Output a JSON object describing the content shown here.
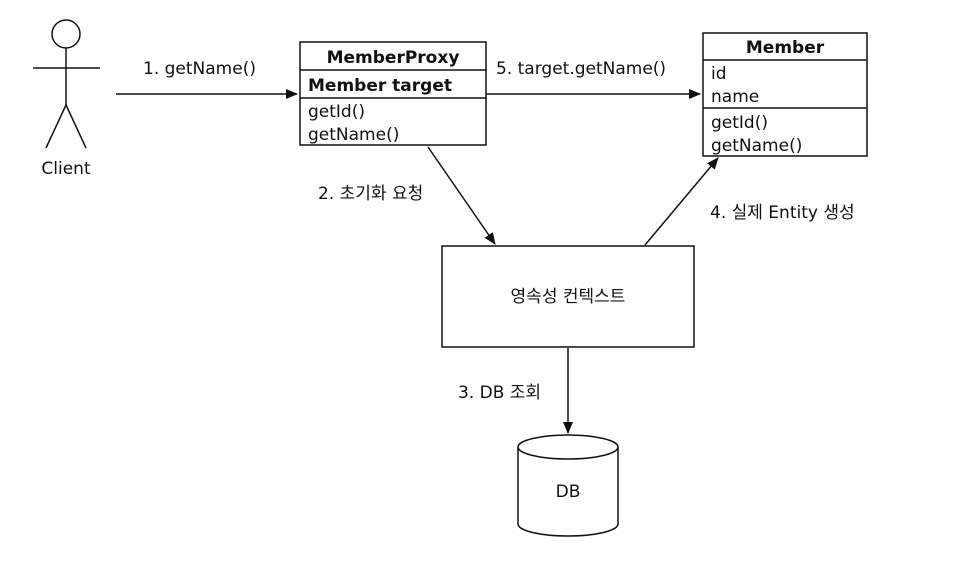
{
  "actor": {
    "name": "Client"
  },
  "proxy_class": {
    "title": "MemberProxy",
    "field": "Member target",
    "methods": [
      "getId()",
      "getName()"
    ]
  },
  "member_class": {
    "title": "Member",
    "fields": [
      "id",
      "name"
    ],
    "methods": [
      "getId()",
      "getName()"
    ]
  },
  "context_box": {
    "label": "영속성 컨텍스트"
  },
  "database": {
    "label": "DB"
  },
  "steps": {
    "s1": "1. getName()",
    "s2": "2. 초기화 요청",
    "s3": "3. DB 조회",
    "s4": "4. 실제 Entity 생성",
    "s5": "5. target.getName()"
  }
}
